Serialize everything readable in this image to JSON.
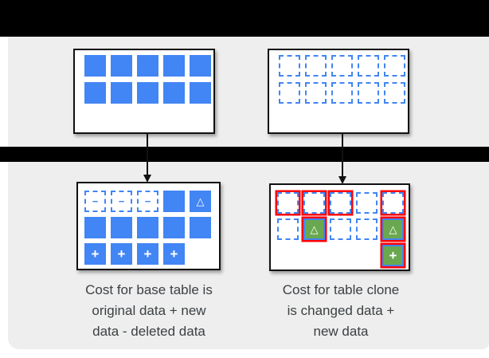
{
  "colors": {
    "blue": "#4285f4",
    "green": "#6aa84f",
    "red": "#fb0106",
    "panel_gray": "#eeeeee",
    "bar_black": "#000000",
    "box_border": "#111111",
    "caption_text": "#3c4043",
    "box_background": "#ffffff"
  },
  "glyphs": {
    "minus": "−",
    "plus": "+",
    "triangle": "△"
  },
  "boxes": {
    "base_before": {
      "cells": [
        [
          "solid",
          "solid",
          "solid",
          "solid",
          "solid"
        ],
        [
          "solid",
          "solid",
          "solid",
          "solid",
          "solid"
        ]
      ]
    },
    "clone_before": {
      "cells": [
        [
          "dashed",
          "dashed",
          "dashed",
          "dashed",
          "dashed"
        ],
        [
          "dashed",
          "dashed",
          "dashed",
          "dashed",
          "dashed"
        ]
      ]
    },
    "base_after": {
      "cells": [
        [
          "dashed-minus",
          "dashed-minus",
          "dashed-minus",
          "solid",
          "solid-triangle"
        ],
        [
          "solid",
          "solid",
          "solid",
          "solid",
          "solid"
        ],
        [
          "solid-plus",
          "solid-plus",
          "solid-plus",
          "solid-plus",
          "empty"
        ]
      ]
    },
    "clone_after": {
      "cells": [
        [
          "dashed-red",
          "dashed-red",
          "dashed-red",
          "dashed",
          "dashed-red"
        ],
        [
          "dashed",
          "green-triangle-red",
          "dashed",
          "dashed",
          "green-triangle-red"
        ],
        [
          "empty",
          "empty",
          "empty",
          "empty",
          "green-plus-red"
        ]
      ]
    }
  },
  "captions": {
    "left_lines": [
      "Cost for base table is",
      "original data + new",
      "data - deleted data"
    ],
    "right_lines": [
      "Cost for table clone",
      "is changed data +",
      "new data"
    ]
  }
}
